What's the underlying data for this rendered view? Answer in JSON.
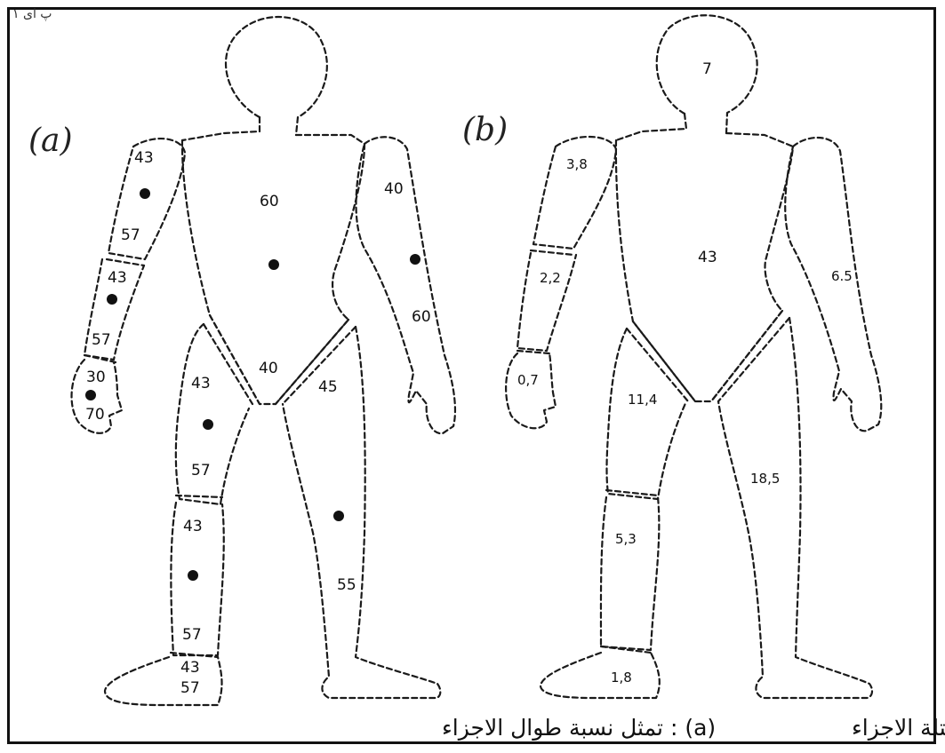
{
  "corner_text": "۱ پ ای",
  "panel_a": {
    "letter": "(a)",
    "caption": "(a) : تمثل نسبة طوال الاجزاء",
    "labels": {
      "trunk": "60",
      "pelvis": "40",
      "left_upper_arm_top": "43",
      "left_upper_arm_bottom": "57",
      "left_forearm_top": "43",
      "left_forearm_bottom": "57",
      "left_hand_top": "30",
      "left_hand_bottom": "70",
      "right_arm_top": "40",
      "right_arm_bottom": "60",
      "left_thigh_top": "43",
      "left_thigh_bottom": "57",
      "left_shank_top": "43",
      "left_shank_bottom": "57",
      "left_foot_top": "43",
      "left_foot_bottom": "57",
      "right_leg_top": "45",
      "right_leg_bottom": "55"
    }
  },
  "panel_b": {
    "letter": "(b)",
    "caption": "(b) : تمثل نسبة كتلة الاجزاء",
    "labels": {
      "head": "7",
      "trunk": "43",
      "upper_arm": "3,8",
      "forearm": "2,2",
      "hand": "0,7",
      "right_arm": "6.5",
      "thigh": "11,4",
      "shank": "5,3",
      "foot": "1,8",
      "right_leg": "18,5"
    }
  }
}
